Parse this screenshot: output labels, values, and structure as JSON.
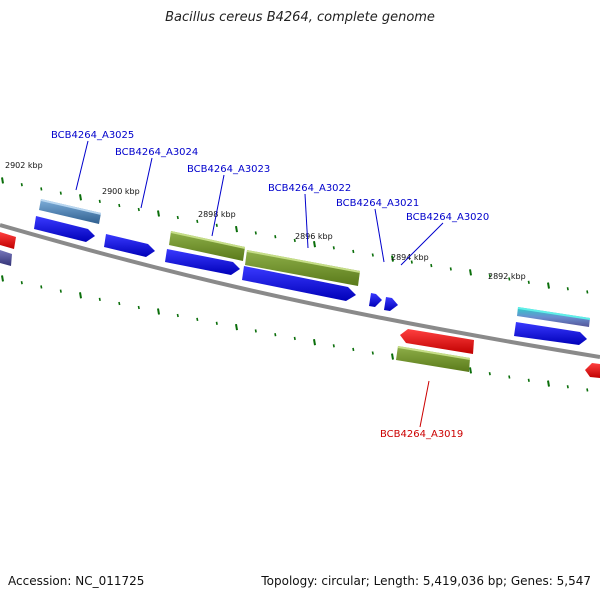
{
  "title": "Bacillus cereus B4264, complete genome",
  "footer": {
    "accession": "Accession: NC_011725",
    "summary": "Topology: circular; Length: 5,419,036 bp; Genes: 5,547"
  },
  "scale": {
    "unit": "kbp",
    "ticks": [
      "2902 kbp",
      "2900 kbp",
      "2898 kbp",
      "2896 kbp",
      "2894 kbp",
      "2892 kbp"
    ]
  },
  "genes": {
    "forward": [
      "BCB4264_A3025",
      "BCB4264_A3024",
      "BCB4264_A3023",
      "BCB4264_A3022",
      "BCB4264_A3021",
      "BCB4264_A3020"
    ],
    "reverse": [
      "BCB4264_A3019"
    ]
  },
  "colors": {
    "forward_label": "#0000cc",
    "reverse_label": "#cc0000",
    "cds_blue": "#0000ee",
    "cds_green": "#6b8e23",
    "cds_red": "#ee0000",
    "cds_steel": "#4682b4",
    "cds_cyan": "#20b2aa",
    "backbone": "#808080",
    "tick": "#0a6e0a"
  }
}
